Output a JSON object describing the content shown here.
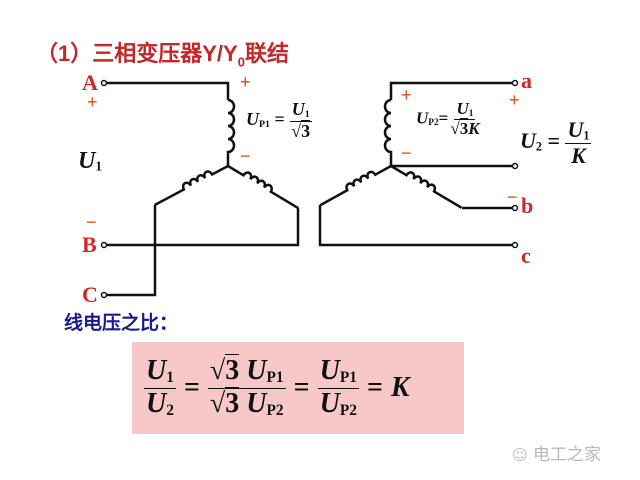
{
  "title": {
    "prefix": "（1）三相变压器Y/Y",
    "sub": "0",
    "suffix": "联结"
  },
  "primary": {
    "terminals": [
      "A",
      "B",
      "C"
    ],
    "line_voltage": {
      "symbol": "U",
      "sub": "1"
    },
    "phase_formula": {
      "lhs": "U",
      "lhs_sub": "P1",
      "eq": "=",
      "num": "U",
      "num_sub": "1",
      "den_sqrt": "3",
      "den_rest": ""
    }
  },
  "secondary": {
    "terminals": [
      "a",
      "b",
      "c"
    ],
    "line_voltage_formula": {
      "lhs": "U",
      "lhs_sub": "2",
      "eq": "=",
      "num": "U",
      "num_sub": "1",
      "den": "K"
    },
    "phase_formula": {
      "lhs": "U",
      "lhs_sub": "P2",
      "eq": "=",
      "num": "U",
      "num_sub": "1",
      "den_sqrt": "3",
      "den_rest": "K"
    }
  },
  "signs": {
    "plus": "+",
    "minus": "−"
  },
  "ratio": {
    "label": "线电压之比：",
    "f1": {
      "num": "U",
      "num_sub": "1",
      "den": "U",
      "den_sub": "2"
    },
    "f2": {
      "num_sqrt": "3",
      "num": "U",
      "num_sub": "P1",
      "den_sqrt": "3",
      "den": "U",
      "den_sub": "P2"
    },
    "f3": {
      "num": "U",
      "num_sub": "P1",
      "den": "U",
      "den_sub": "P2"
    },
    "eq": "=",
    "result": "K"
  },
  "watermark": "电工之家",
  "colors": {
    "terminal": "#d0282a",
    "title": "#c0282a",
    "box": "#f8c8c8",
    "label": "#1a1a8a"
  }
}
